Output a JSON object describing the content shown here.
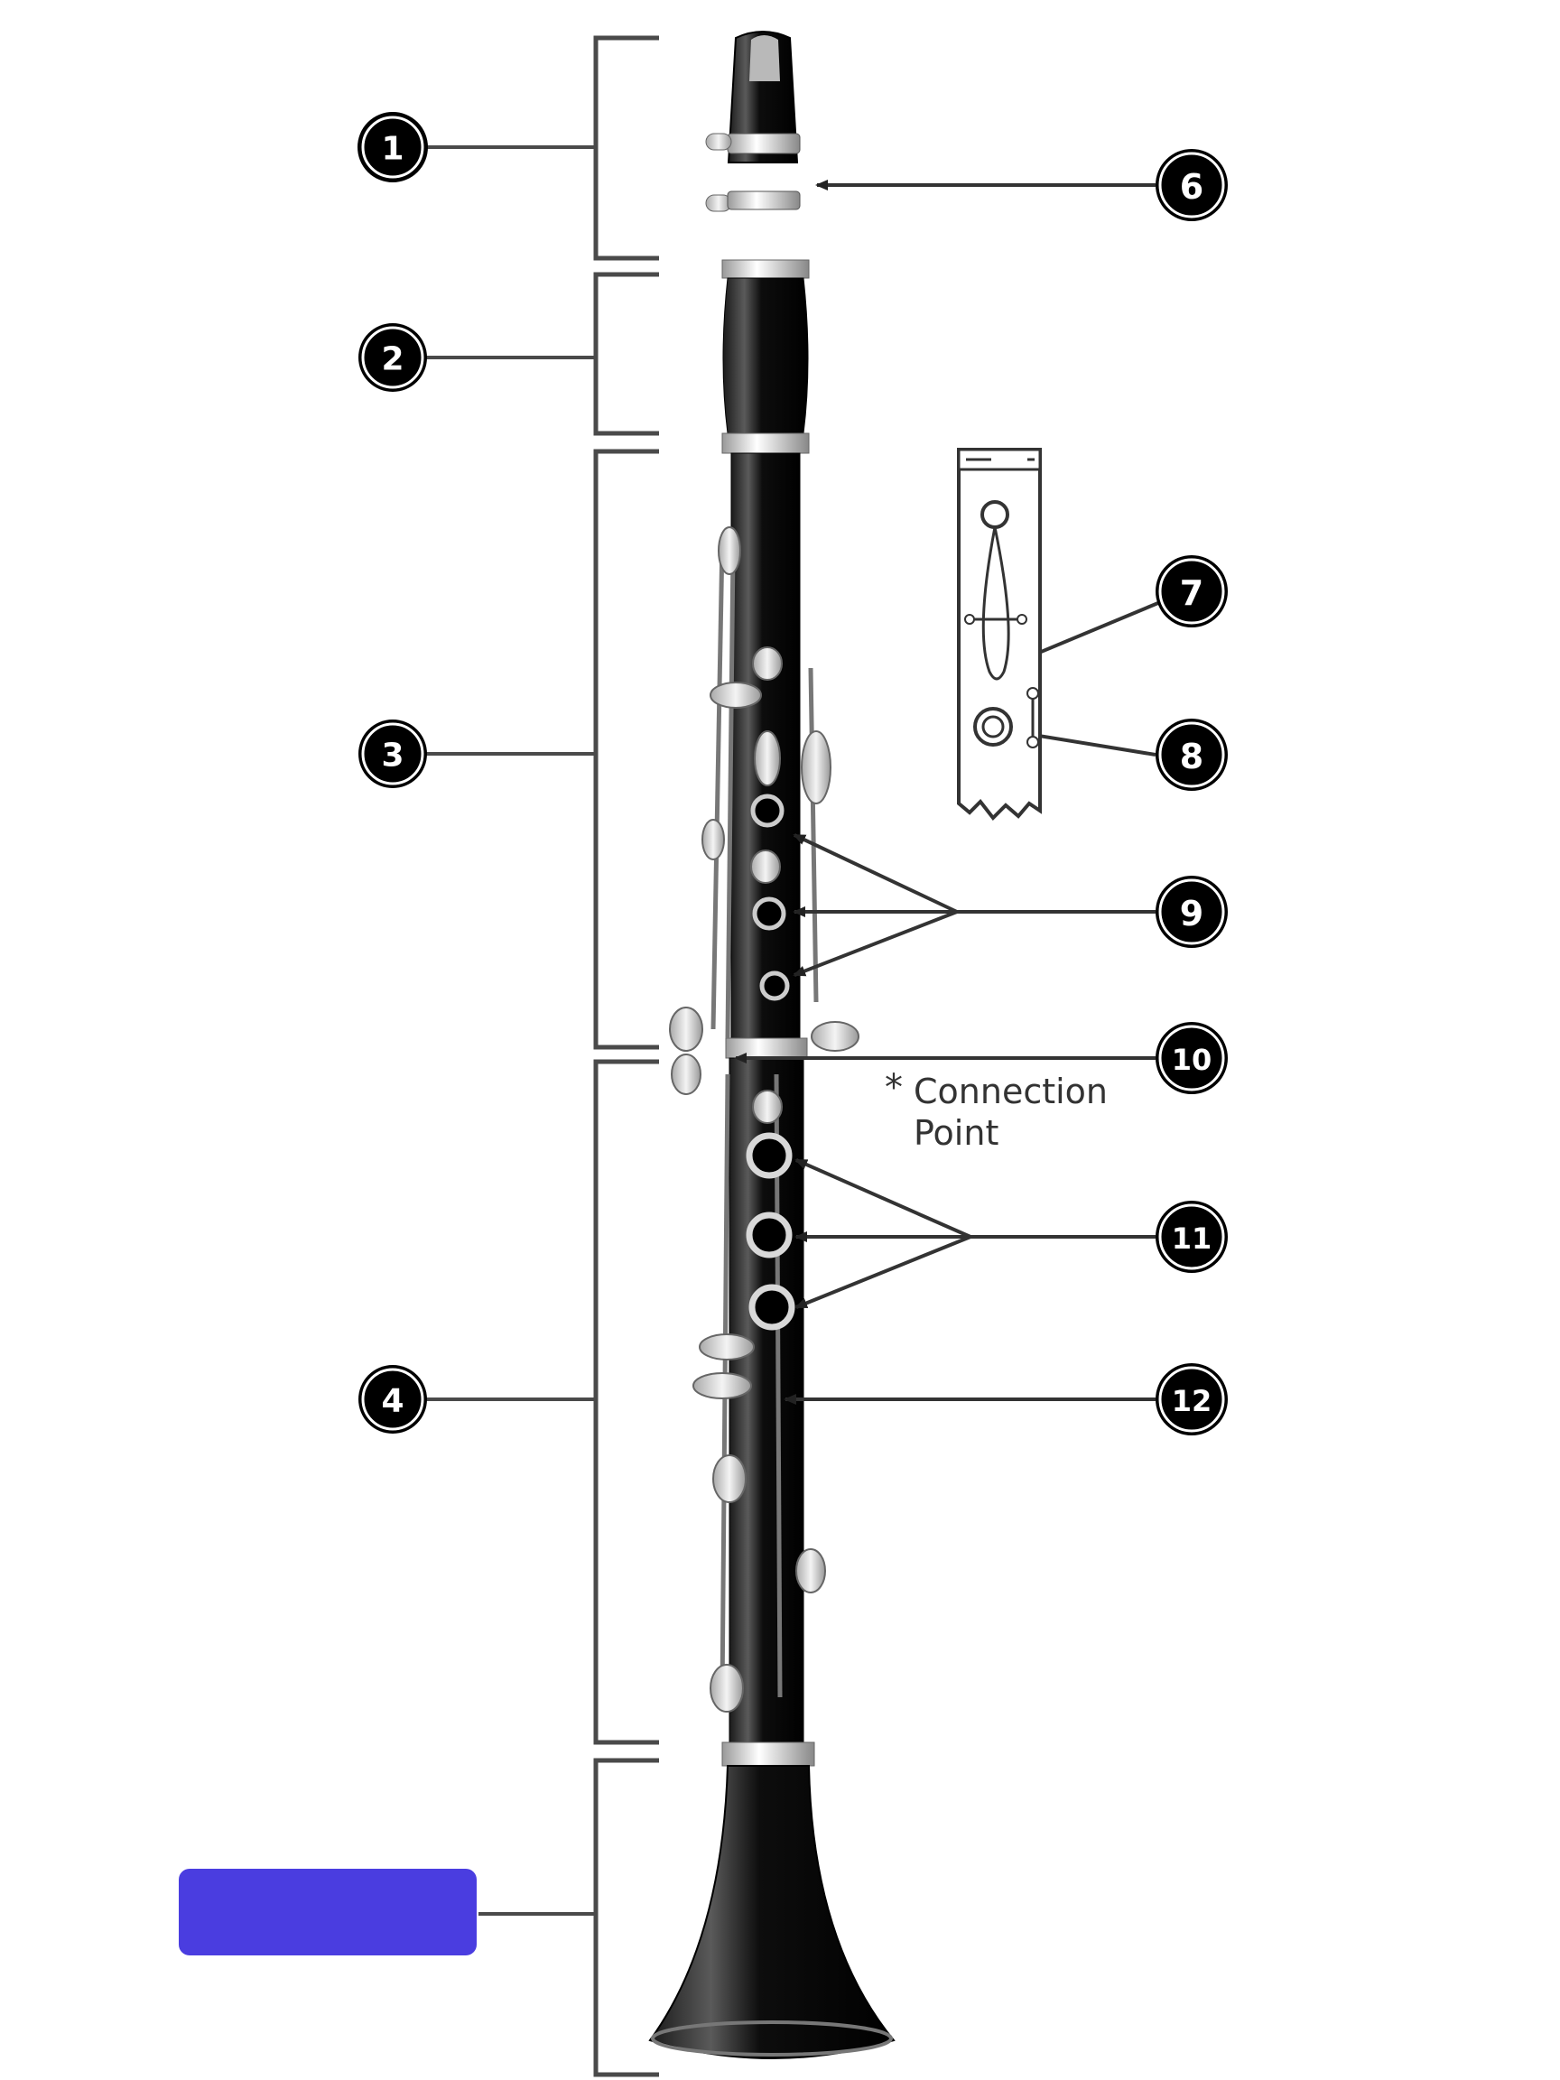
{
  "diagram": {
    "callouts": [
      {
        "id": "1",
        "label": "1"
      },
      {
        "id": "2",
        "label": "2"
      },
      {
        "id": "3",
        "label": "3"
      },
      {
        "id": "4",
        "label": "4"
      },
      {
        "id": "6",
        "label": "6"
      },
      {
        "id": "7",
        "label": "7"
      },
      {
        "id": "8",
        "label": "8"
      },
      {
        "id": "9",
        "label": "9"
      },
      {
        "id": "10",
        "label": "10"
      },
      {
        "id": "11",
        "label": "11"
      },
      {
        "id": "12",
        "label": "12"
      }
    ],
    "note": {
      "asterisk": "*",
      "line1": "Connection",
      "line2": "Point"
    },
    "masked_label": {
      "color": "#4a3de0",
      "text": ""
    }
  }
}
